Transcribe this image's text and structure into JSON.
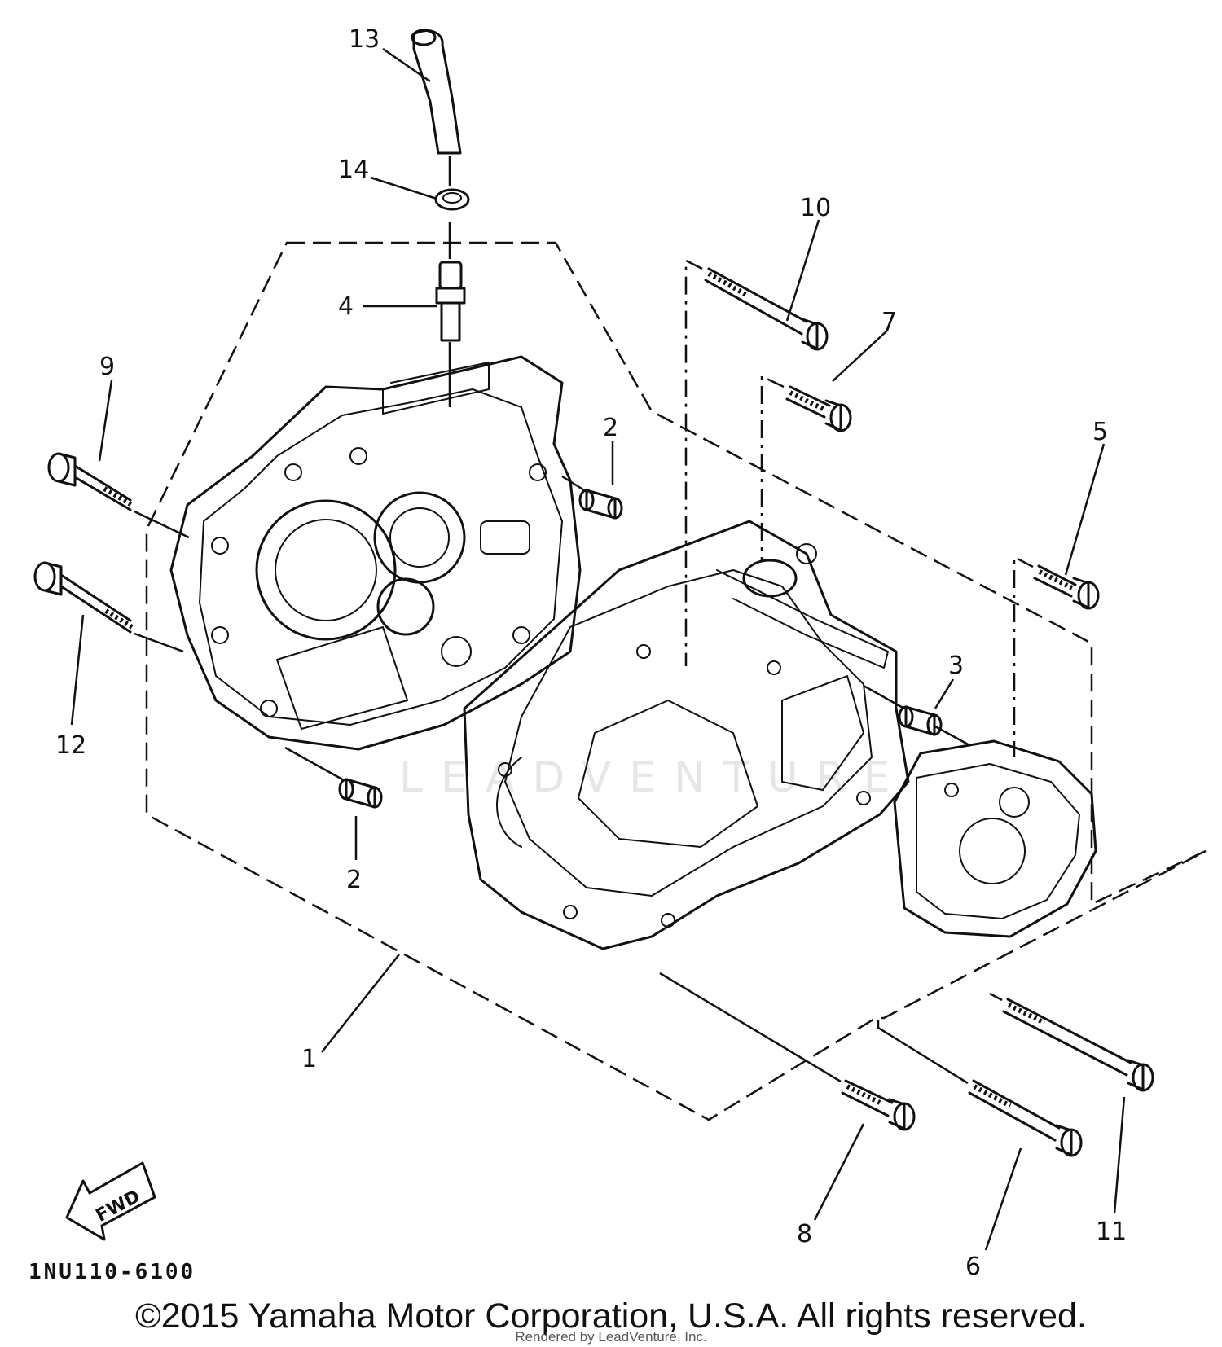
{
  "diagram": {
    "callouts": [
      "1",
      "2",
      "2",
      "3",
      "4",
      "5",
      "6",
      "7",
      "8",
      "9",
      "10",
      "11",
      "12",
      "13",
      "14"
    ],
    "direction_label": "FWD",
    "figure_code": "1NU110-6100",
    "watermark": "LEADVENTURE"
  },
  "footer": {
    "copyright": "©2015 Yamaha Motor Corporation, U.S.A. All rights reserved.",
    "rendered_by": "Rendered by LeadVenture, Inc."
  }
}
